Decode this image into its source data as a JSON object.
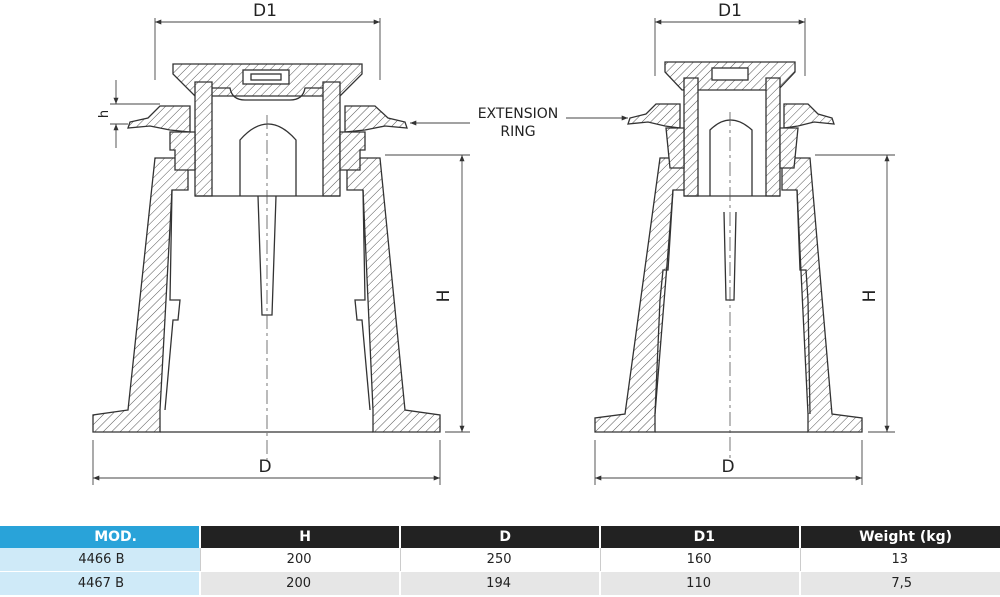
{
  "drawing": {
    "left": {
      "d1": "D1",
      "d": "D",
      "h": "H",
      "h_small": "h"
    },
    "right": {
      "d1": "D1",
      "d": "D",
      "h": "H"
    },
    "callout_line1": "EXTENSION",
    "callout_line2": "RING"
  },
  "table": {
    "headers": {
      "mod": "MOD.",
      "h": "H",
      "d": "D",
      "d1": "D1",
      "weight": "Weight (kg)"
    },
    "rows": [
      {
        "mod": "4466 B",
        "h": "200",
        "d": "250",
        "d1": "160",
        "weight": "13"
      },
      {
        "mod": "4467 B",
        "h": "200",
        "d": "194",
        "d1": "110",
        "weight": "7,5"
      }
    ]
  },
  "colors": {
    "header_accent": "#29a3d9",
    "header_dark": "#222222",
    "mod_cell": "#cfeaf8",
    "row_alt": "#e6e6e6"
  }
}
